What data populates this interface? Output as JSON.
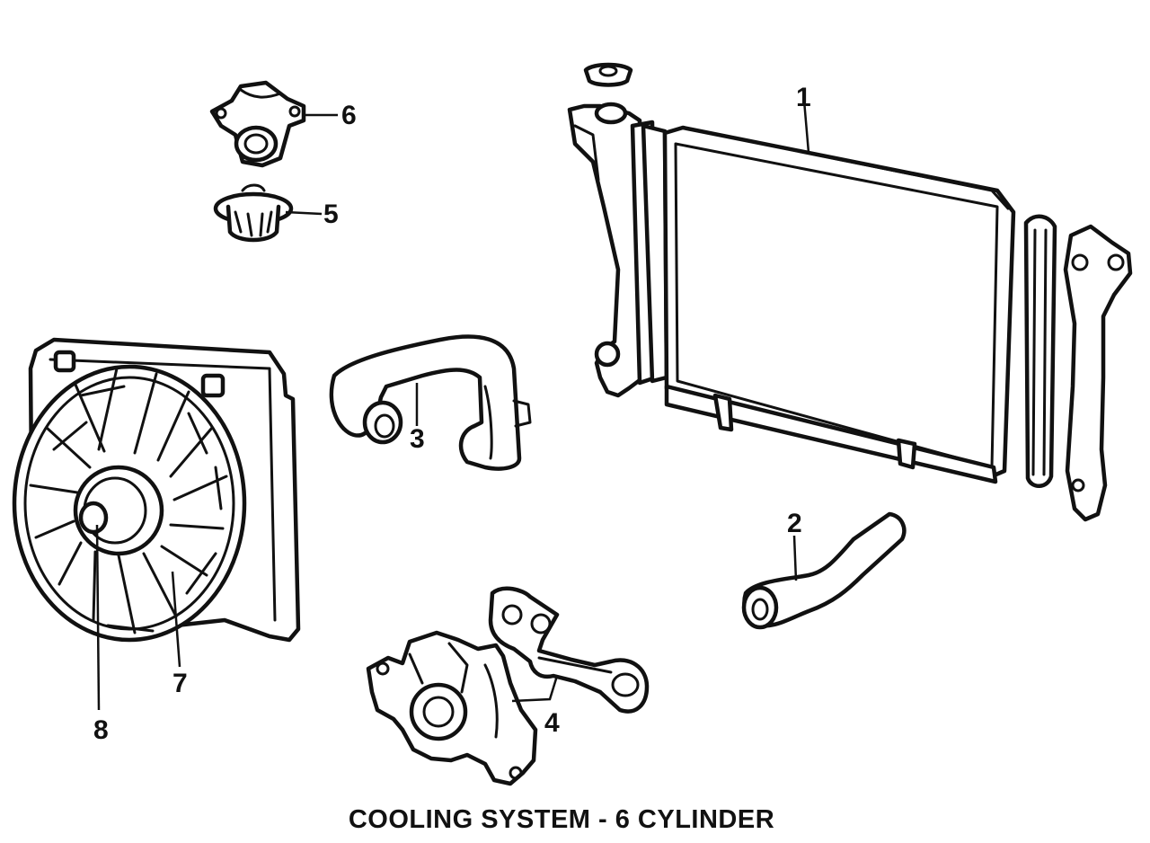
{
  "diagram": {
    "caption": "COOLING SYSTEM - 6 CYLINDER",
    "callouts": [
      {
        "id": "1",
        "part": "radiator"
      },
      {
        "id": "2",
        "part": "lower-hose"
      },
      {
        "id": "3",
        "part": "upper-hose"
      },
      {
        "id": "4",
        "part": "water-pump-gasket"
      },
      {
        "id": "5",
        "part": "thermostat"
      },
      {
        "id": "6",
        "part": "thermostat-housing"
      },
      {
        "id": "7",
        "part": "fan-blade"
      },
      {
        "id": "8",
        "part": "fan-motor"
      }
    ],
    "ink_color": "#111111",
    "paper_color": "#ffffff"
  }
}
